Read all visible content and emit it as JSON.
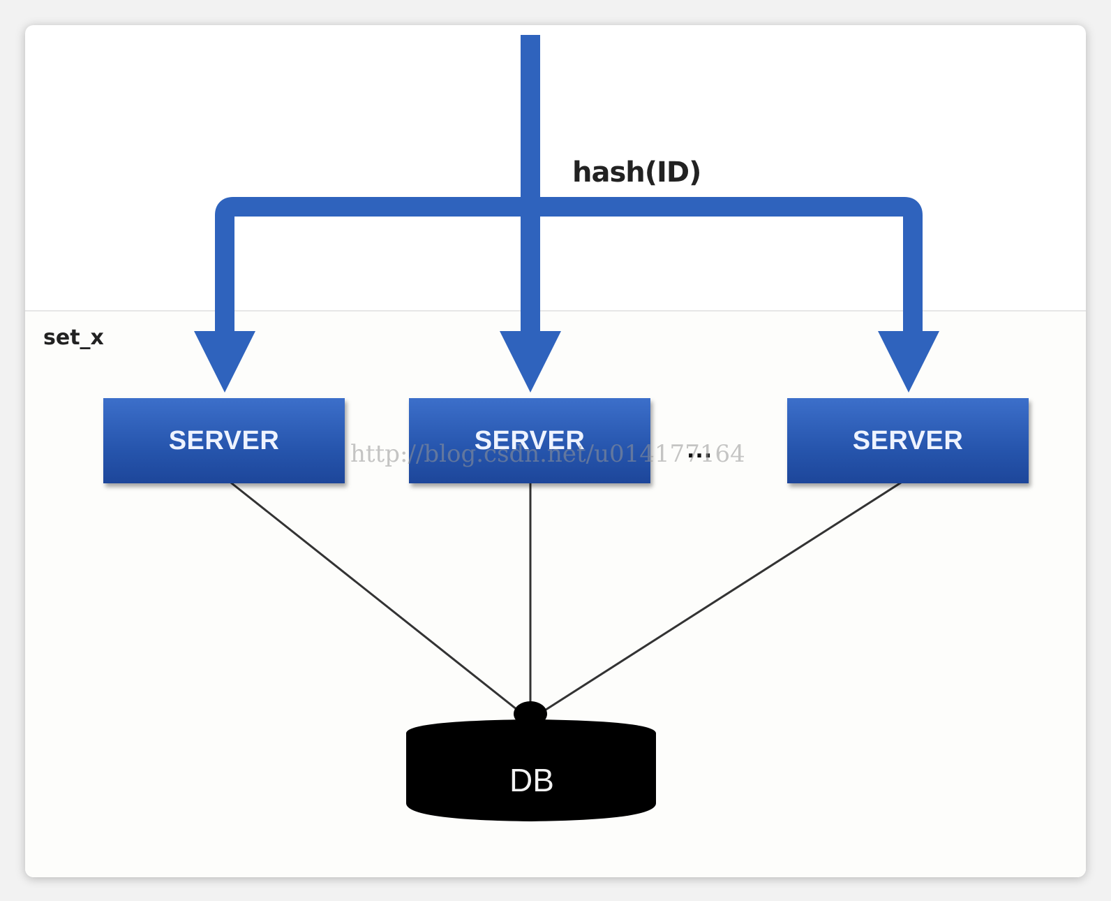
{
  "diagram": {
    "edge_label": "hash(ID)",
    "set_label": "set_x",
    "servers": [
      {
        "label": "SERVER"
      },
      {
        "label": "SERVER"
      },
      {
        "label": "SERVER"
      }
    ],
    "ellipsis": "...",
    "database": {
      "label": "DB"
    },
    "watermark": "http://blog.csdn.net/u014177164",
    "colors": {
      "arrow": "#2f63bd",
      "server_fill": "#2655ad",
      "database_fill": "#000000",
      "connector": "#333333"
    }
  }
}
